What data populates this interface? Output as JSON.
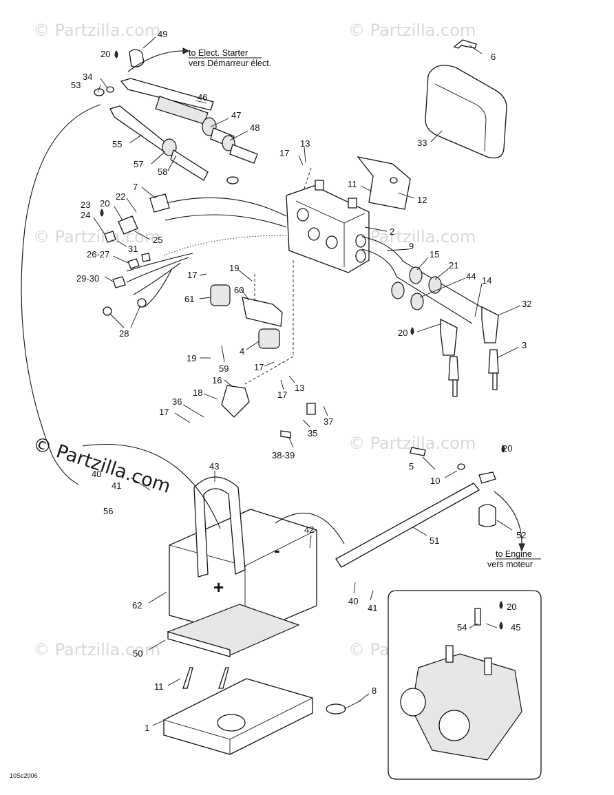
{
  "diagram": {
    "watermark": "© Partzilla.com",
    "watermark_bold": "© Partzilla.com",
    "code": "10Sc2006",
    "notes": {
      "starter_en": "to Elect. Starter",
      "starter_fr": "vers Démarreur élect.",
      "engine_en": "to Engine",
      "engine_fr": "vers moteur"
    },
    "polarity": {
      "pos": "+",
      "neg": "-"
    },
    "callouts": [
      "49",
      "20",
      "34",
      "53",
      "46",
      "47",
      "48",
      "55",
      "57",
      "58",
      "6",
      "33",
      "17",
      "13",
      "11",
      "12",
      "2",
      "7",
      "22",
      "23",
      "20",
      "24",
      "25",
      "31",
      "26-27",
      "29-30",
      "28",
      "19",
      "17",
      "60",
      "61",
      "9",
      "15",
      "21",
      "44",
      "14",
      "32",
      "20",
      "3",
      "4",
      "19",
      "59",
      "17",
      "16",
      "18",
      "36",
      "17",
      "17",
      "13",
      "37",
      "35",
      "38-39",
      "43",
      "40",
      "41",
      "56",
      "5",
      "20",
      "10",
      "52",
      "51",
      "42",
      "40",
      "41",
      "62",
      "50",
      "11",
      "1",
      "8",
      "20",
      "54",
      "45"
    ]
  }
}
